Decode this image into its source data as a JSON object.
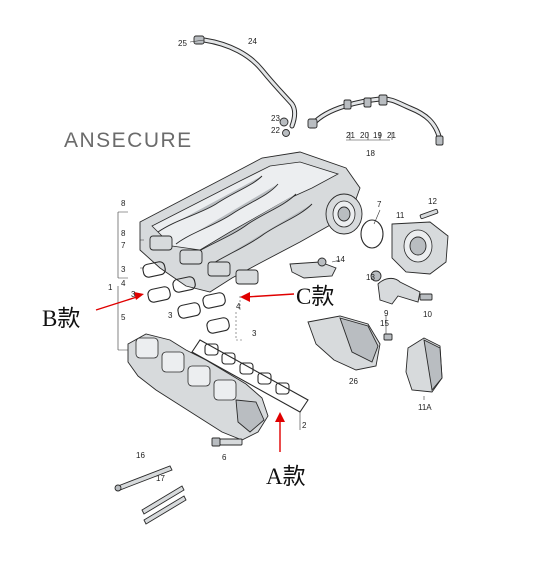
{
  "brand_watermark": "ANSECURE",
  "callouts": {
    "a": "A款",
    "b": "B款",
    "c": "C款"
  },
  "part_numbers": {
    "p1": "1",
    "p2": "2",
    "p3a": "3",
    "p3b": "3",
    "p3c": "3",
    "p3d": "3",
    "p4a": "4",
    "p4b": "4",
    "p5": "5",
    "p6": "6",
    "p7": "7",
    "p7b": "7",
    "p8": "8",
    "p9": "9",
    "p10": "10",
    "p11": "11",
    "p11a": "11A",
    "p12": "12",
    "p13": "13",
    "p14": "14",
    "p15": "15",
    "p16": "16",
    "p17": "17",
    "p18": "18",
    "p19": "19",
    "p20": "20",
    "p21a": "21",
    "p21b": "21",
    "p22": "22",
    "p23": "23",
    "p24": "24",
    "p25": "25",
    "p26": "26"
  },
  "colors": {
    "callout_arrow": "#e00000",
    "part_fill": "#d7dadc",
    "outline": "#2a2a2a",
    "watermark": "#6b6b6b"
  }
}
